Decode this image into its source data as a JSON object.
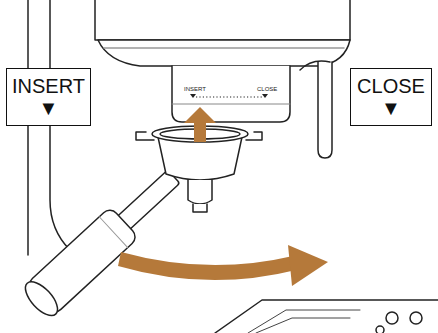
{
  "diagram": {
    "nodes": [
      {
        "text": [
          "INSERT",
          "▼"
        ]
      },
      {
        "text": [
          "CLOSE",
          "▼"
        ]
      }
    ],
    "labels": [
      "INSERT",
      "CLOSE"
    ]
  }
}
